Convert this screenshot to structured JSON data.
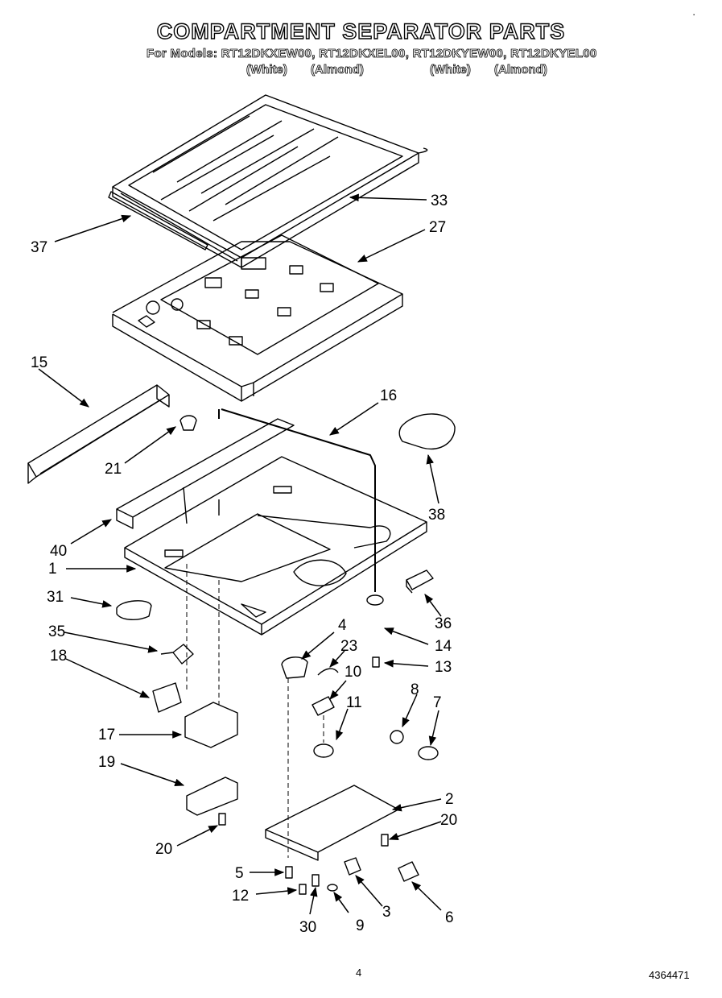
{
  "header": {
    "title": "COMPARTMENT SEPARATOR PARTS",
    "models_line": "For Models: RT12DKXEW00, RT12DKXEL00, RT12DKYEW00, RT12DKYEL00",
    "finishes": [
      "(White)",
      "(Almond)",
      "(White)",
      "(Almond)"
    ]
  },
  "parts": [
    {
      "label": "37"
    },
    {
      "label": "33"
    },
    {
      "label": "27"
    },
    {
      "label": "15"
    },
    {
      "label": "16"
    },
    {
      "label": "21"
    },
    {
      "label": "38"
    },
    {
      "label": "40"
    },
    {
      "label": "1"
    },
    {
      "label": "31"
    },
    {
      "label": "36"
    },
    {
      "label": "35"
    },
    {
      "label": "4"
    },
    {
      "label": "14"
    },
    {
      "label": "23"
    },
    {
      "label": "13"
    },
    {
      "label": "18"
    },
    {
      "label": "10"
    },
    {
      "label": "8"
    },
    {
      "label": "7"
    },
    {
      "label": "11"
    },
    {
      "label": "17"
    },
    {
      "label": "19"
    },
    {
      "label": "2"
    },
    {
      "label": "20"
    },
    {
      "label": "20"
    },
    {
      "label": "5"
    },
    {
      "label": "12"
    },
    {
      "label": "30"
    },
    {
      "label": "9"
    },
    {
      "label": "3"
    },
    {
      "label": "6"
    }
  ],
  "footer": {
    "page_number": "4",
    "document_number": "4364471"
  }
}
